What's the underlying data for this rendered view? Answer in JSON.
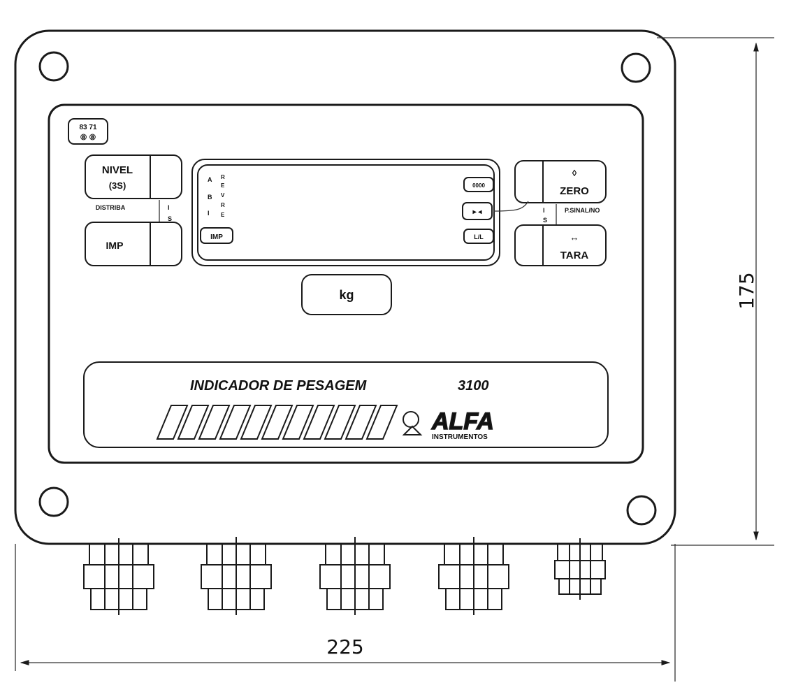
{
  "device": {
    "buttons": {
      "nivel": {
        "line1": "NIVEL",
        "line2": "(3S)"
      },
      "imp": "IMP",
      "zero": "ZERO",
      "tara": "TARA",
      "zero_symbol": "◊",
      "tara_symbol": "↔"
    },
    "side_labels": {
      "left_between": "DISTRIBA",
      "right_between": "P.SINAL/NO"
    },
    "top_left_badge": {
      "line1": "83 71",
      "line2": "⑧ ⑧"
    },
    "display": {
      "left_annunciators_col1": [
        "A",
        "B",
        "I"
      ],
      "left_annunciators_col2": [
        "R",
        "E",
        "V",
        "R",
        "E"
      ],
      "left_imp_tag": "IMP",
      "right_top_tag": "0000",
      "right_middle_tag": "▸ ◂",
      "right_bottom_tag": "L/L"
    },
    "unit_window": "kg",
    "nameplate": {
      "title": "INDICADOR DE PESAGEM",
      "model": "3100",
      "brand": "ALFA",
      "brand_sub": "INSTRUMENTOS"
    }
  },
  "dimensions": {
    "width": "225",
    "height": "175"
  }
}
